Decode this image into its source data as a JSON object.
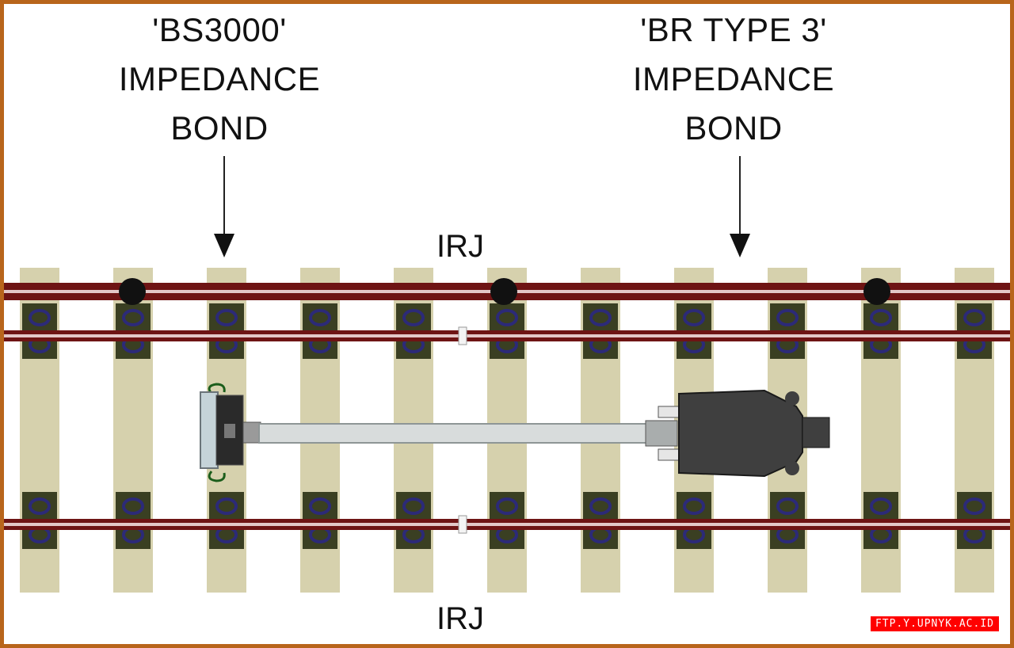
{
  "bond_left": {
    "lines": [
      "'BS3000'",
      "IMPEDANCE",
      "BOND"
    ]
  },
  "bond_right": {
    "lines": [
      "'BR TYPE 3'",
      "IMPEDANCE",
      "BOND"
    ]
  },
  "irj_top": "IRJ",
  "irj_bottom": "IRJ",
  "watermark": "FTP.Y.UPNYK.AC.ID",
  "colors": {
    "frame": "#b8651b",
    "sleeper": "#d6d1ad",
    "rail": "#6e1414",
    "rail_highlight": "#e3c8c8",
    "clip": "#3a3f22",
    "clip_ring": "#2c2a78",
    "bond_right_body": "#3f3f3f",
    "bond_left_body": "#c5d3d8",
    "bar": "#d8dcdc"
  }
}
